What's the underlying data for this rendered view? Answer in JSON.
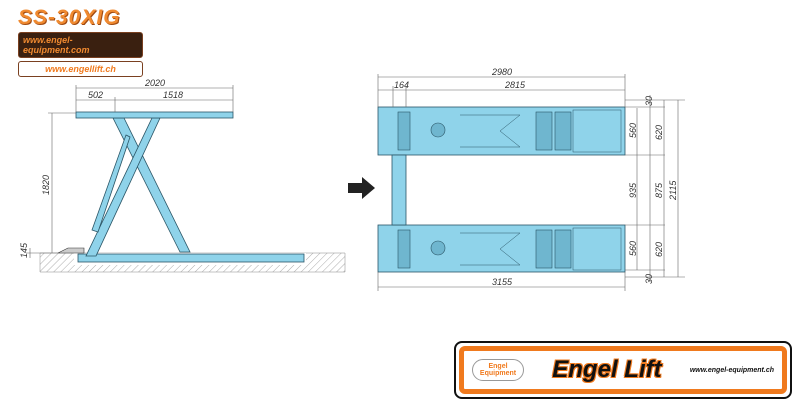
{
  "header": {
    "model": "SS-30XIG",
    "url1": "www.engel-equipment.com",
    "url2": "www.engellift.ch"
  },
  "side_view": {
    "dims": {
      "total_length": "2020",
      "front_offset": "502",
      "rear_length": "1518",
      "lift_height": "1820",
      "base_height": "145"
    }
  },
  "top_view": {
    "dims": {
      "overall": "2980",
      "connector": "164",
      "platform": "2815",
      "base_length": "3155",
      "edge_top": "30",
      "rail_top": "560",
      "gap": "935",
      "rail_bottom": "560",
      "edge_bottom": "30",
      "outer_top": "620",
      "inner": "875",
      "total_width": "2115",
      "outer_bottom": "620"
    }
  },
  "footer": {
    "company_small": "Engel Equipment",
    "brand": "Engel Lift",
    "url": "www.engel-equipment.ch"
  },
  "colors": {
    "lift": "#8fd3ea",
    "brand_orange": "#f07a1e",
    "text_dark": "#111111"
  }
}
